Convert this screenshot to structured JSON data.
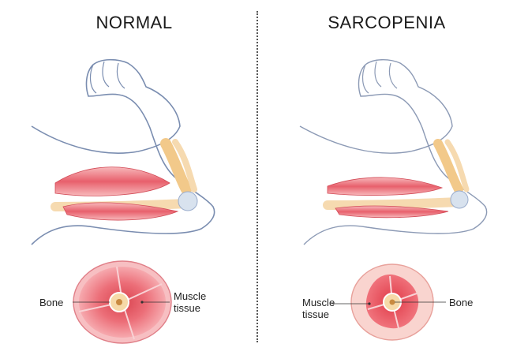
{
  "normal": {
    "title": "NORMAL",
    "labels": {
      "bone": "Bone",
      "muscle_line1": "Muscle",
      "muscle_line2": "tissue"
    }
  },
  "sarcopenia": {
    "title": "SARCOPENIA",
    "labels": {
      "bone": "Bone",
      "muscle_line1": "Muscle",
      "muscle_line2": "tissue"
    }
  },
  "colors": {
    "muscle": "#e8606c",
    "muscle_light": "#f4a9ae",
    "bone": "#f6d9a8",
    "skin_outline": "#6a7ea3",
    "fat_tissue": "#f9d4cf"
  }
}
